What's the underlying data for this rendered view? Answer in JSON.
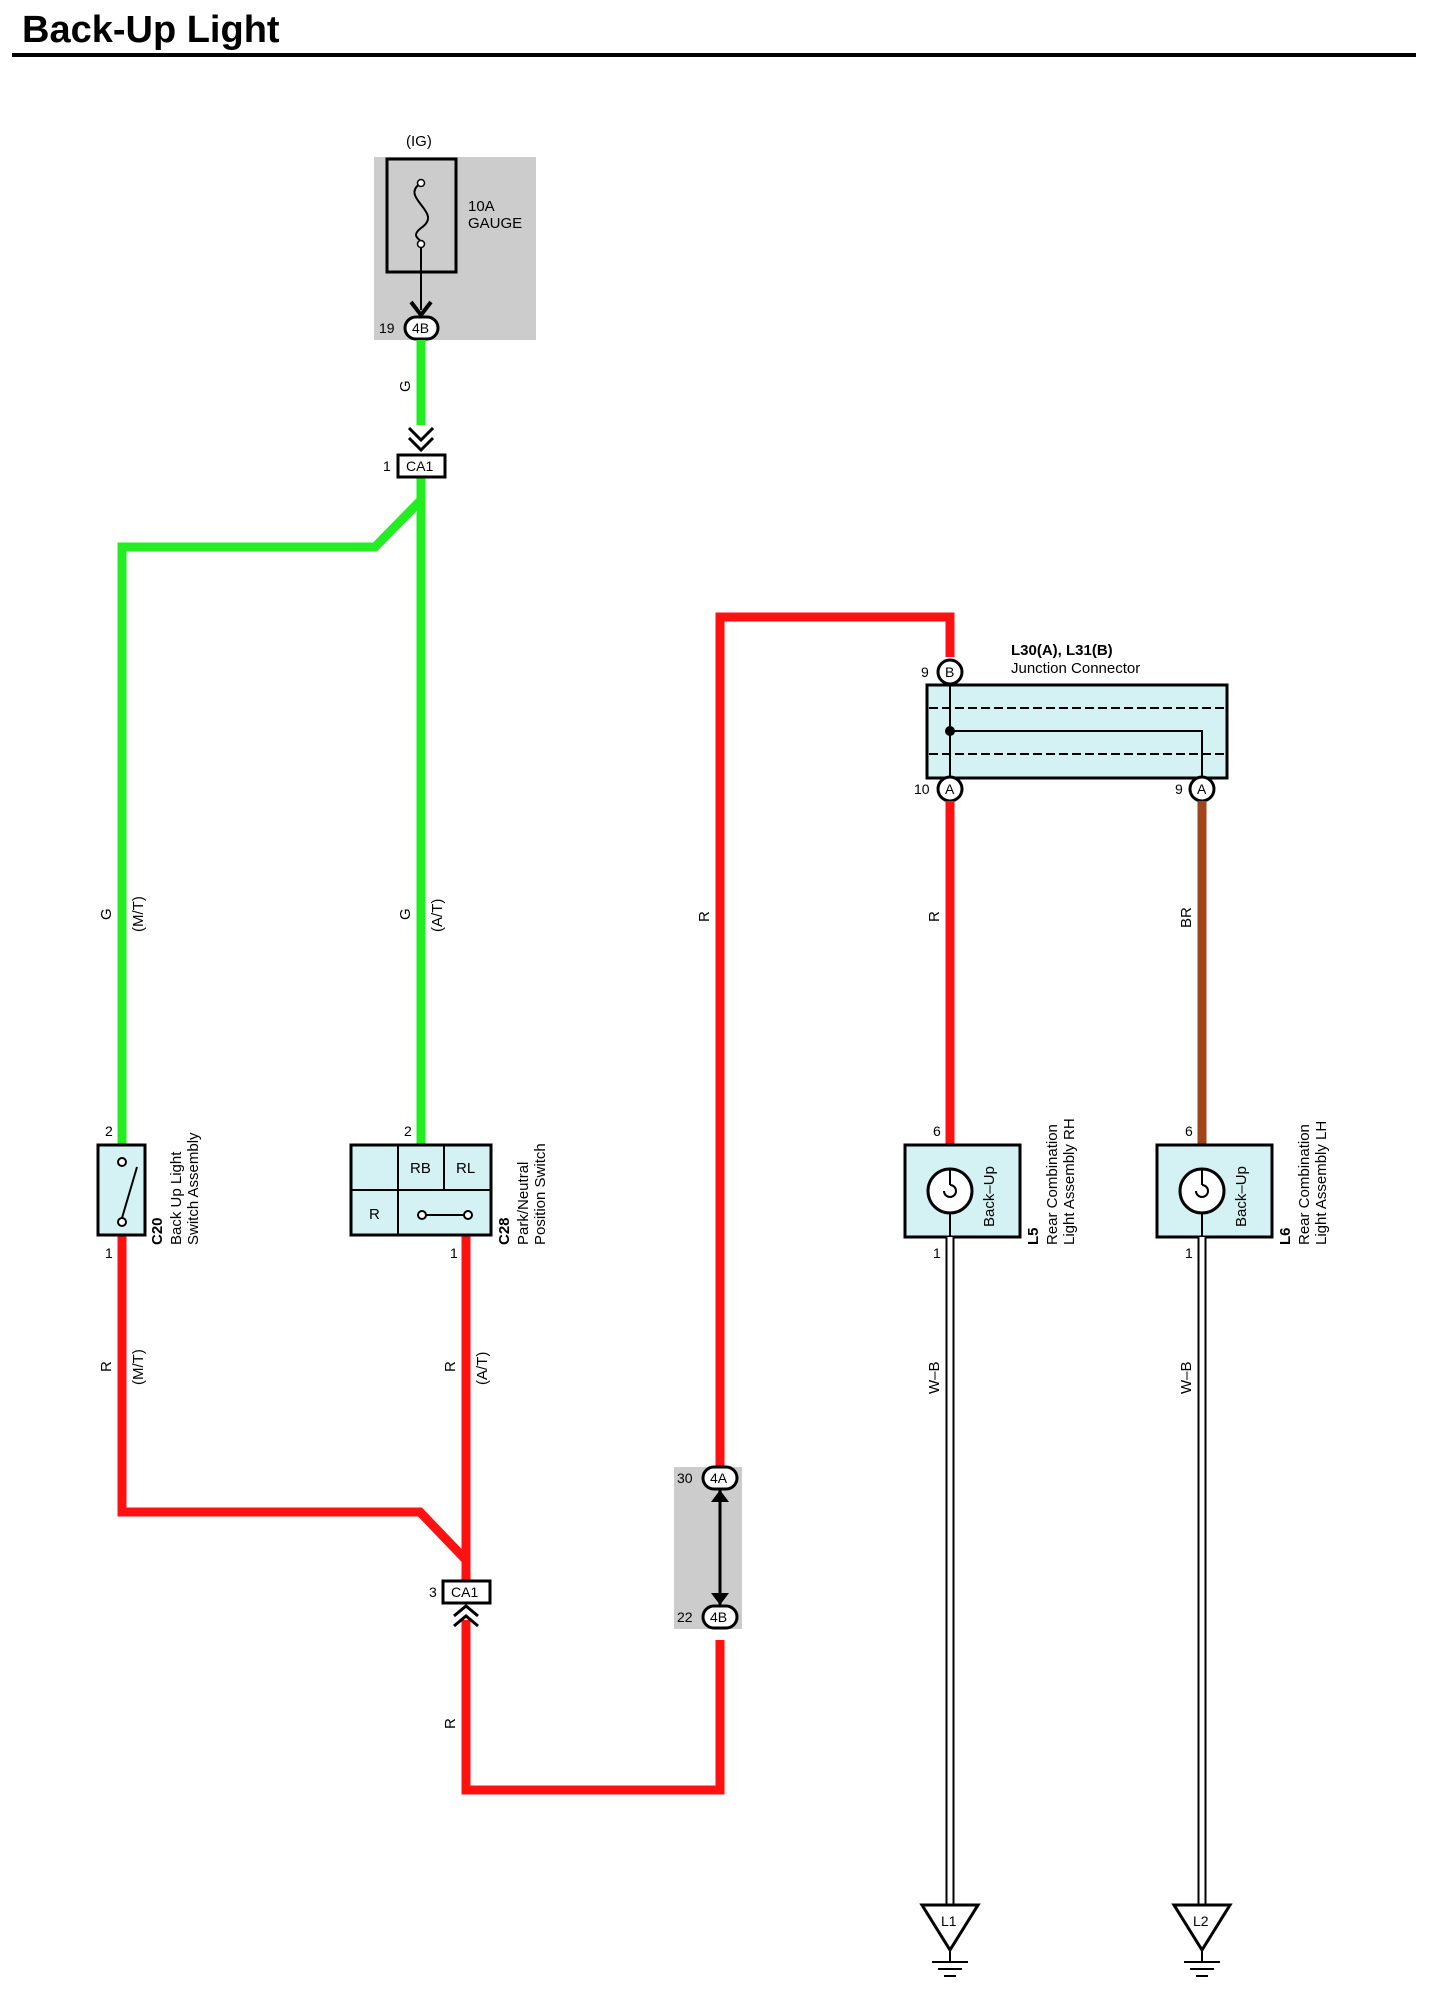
{
  "title": "Back-Up Light",
  "colors": {
    "green": "#22ee22",
    "red": "#ff1111",
    "brown": "#a0461a",
    "ground_wire": "#ffffff",
    "component_fill": "#d4f2f4",
    "relay_box": "#cccccc"
  },
  "fuse": {
    "source": "(IG)",
    "rating": "10A",
    "name": "GAUGE",
    "pin": "19",
    "connector": "4B"
  },
  "connector_ca1_top": {
    "pin": "1",
    "label": "CA1"
  },
  "connector_ca1_bottom": {
    "pin": "3",
    "label": "CA1"
  },
  "wires": {
    "g_main": "G",
    "g_mt": "G",
    "g_mt_note": "(M/T)",
    "g_at": "G",
    "g_at_note": "(A/T)",
    "r_mt": "R",
    "r_mt_note": "(M/T)",
    "r_at": "R",
    "r_at_note": "(A/T)",
    "r_bottom": "R",
    "r_long": "R",
    "r_rh": "R",
    "br_lh": "BR",
    "wb_rh": "W–B",
    "wb_lh": "W–B"
  },
  "c20": {
    "id": "C20",
    "name_line1": "Back Up Light",
    "name_line2": "Switch Assembly",
    "pin_top": "2",
    "pin_bottom": "1"
  },
  "c28": {
    "id": "C28",
    "name_line1": "Park/Neutral",
    "name_line2": "Position Switch",
    "pin_top": "2",
    "pin_bottom": "1",
    "cell_rb": "RB",
    "cell_rl": "RL",
    "cell_r": "R"
  },
  "junction_block": {
    "top_pin": "30",
    "top_conn": "4A",
    "bottom_pin": "22",
    "bottom_conn": "4B"
  },
  "junction_connector": {
    "id": "L30(A), L31(B)",
    "name": "Junction Connector",
    "pin_b": "9",
    "conn_b": "B",
    "pin_a1": "10",
    "conn_a1": "A",
    "pin_a2": "9",
    "conn_a2": "A"
  },
  "l5": {
    "id": "L5",
    "name_line1": "Rear Combination",
    "name_line2": "Light Assembly RH",
    "bulb": "Back–Up",
    "pin_top": "6",
    "pin_bottom": "1"
  },
  "l6": {
    "id": "L6",
    "name_line1": "Rear Combination",
    "name_line2": "Light Assembly LH",
    "bulb": "Back–Up",
    "pin_top": "6",
    "pin_bottom": "1"
  },
  "ground_l1": "L1",
  "ground_l2": "L2"
}
